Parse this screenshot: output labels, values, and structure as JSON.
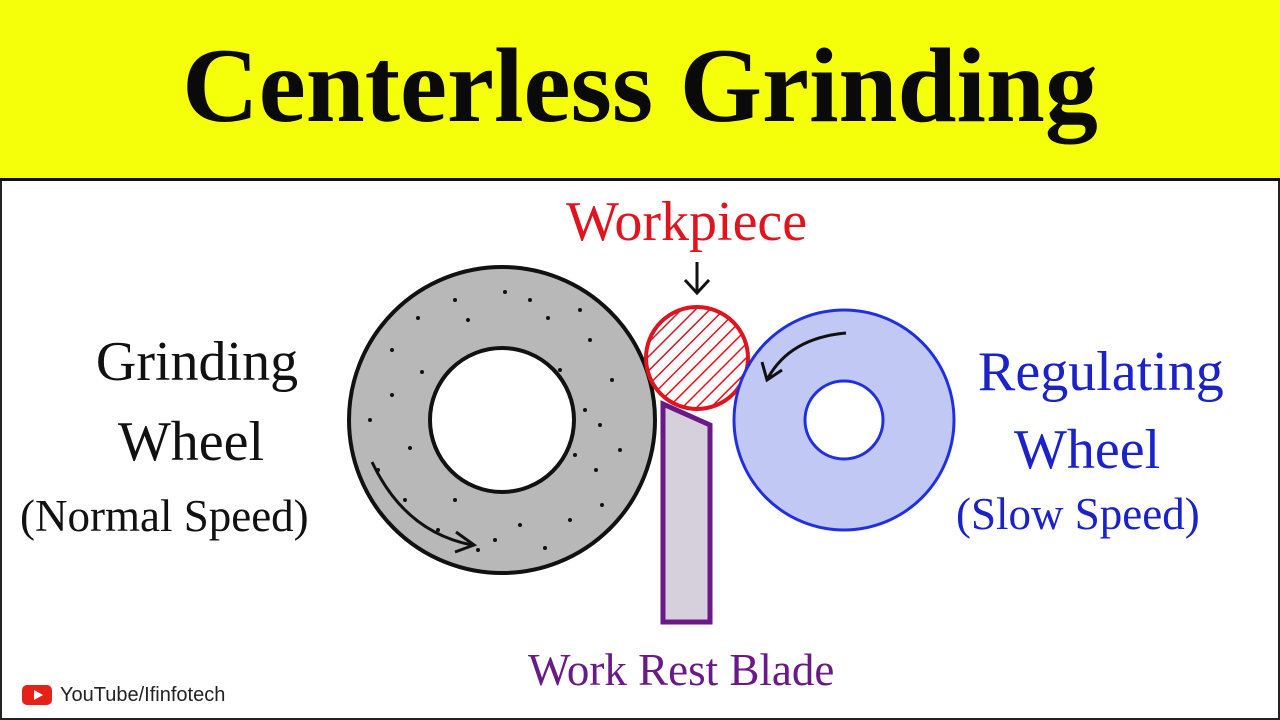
{
  "title": "Centerless Grinding",
  "labels": {
    "grinding_wheel_line1": "Grinding",
    "grinding_wheel_line2": "Wheel",
    "grinding_wheel_speed": "(Normal Speed)",
    "regulating_wheel_line1": "Regulating",
    "regulating_wheel_line2": "Wheel",
    "regulating_wheel_speed": "(Slow Speed)",
    "workpiece": "Workpiece",
    "work_rest_blade": "Work Rest Blade"
  },
  "credit": {
    "icon": "youtube-icon",
    "text": "YouTube/Ifinfotech"
  },
  "colors": {
    "title_background": "#f5ff0a",
    "grinding_wheel_fill": "#b8b8b8",
    "regulating_wheel_fill": "#c2c8f4",
    "regulating_wheel_stroke": "#2030e0",
    "workpiece_stroke": "#e0141e",
    "blade_fill": "#d6d0dc",
    "blade_stroke": "#6a1a86"
  }
}
